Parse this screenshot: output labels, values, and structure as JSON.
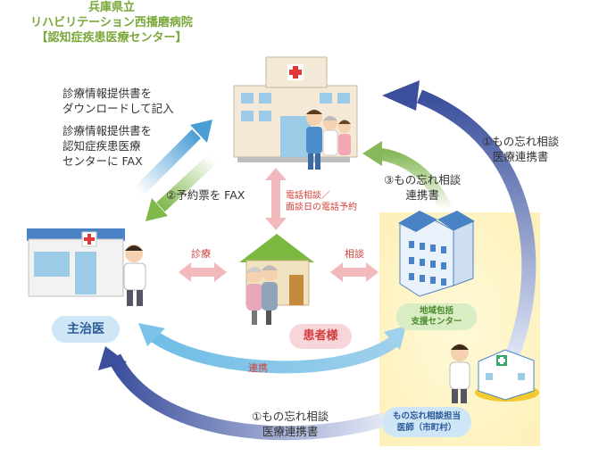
{
  "hospital": {
    "title_line1": "兵庫県立",
    "title_line2": "リハビリテーション西播磨病院",
    "title_line3": "【認知症疾患医療センター】"
  },
  "left_notes": {
    "note1_line1": "診療情報提供書を",
    "note1_line2": "ダウンロードして記入",
    "note2_line1": "診療情報提供書を",
    "note2_line2": "認知症疾患医療",
    "note2_line3": "センターに FAX"
  },
  "fax_label": "②予約票を FAX",
  "phone_label_line1": "電話相談／",
  "phone_label_line2": "面談日の電話予約",
  "right_top_label_line1": "①もの忘れ相談",
  "right_top_label_line2": "医療連携書",
  "center_right_label_line1": "③もの忘れ相談",
  "center_right_label_line2": "連携書",
  "shinryo_label": "診療",
  "soudan_label": "相談",
  "renkei_label": "連携",
  "primary_doctor_label": "主治医",
  "patient_label": "患者様",
  "community_center_line1": "地域包括",
  "community_center_line2": "支援センター",
  "local_doctor_line1": "もの忘れ相談担当",
  "local_doctor_line2": "医師（市町村）",
  "bottom_label_line1": "①もの忘れ相談",
  "bottom_label_line2": "医療連携書",
  "colors": {
    "title_green": "#7aa83a",
    "navy_arrow": "#3a4f9a",
    "green_arrow": "#8dbb5a",
    "sky_arrow": "#9fd0ec",
    "pink_arrow": "#f2b9bc",
    "yellow_zone": "#fdf4c4"
  }
}
